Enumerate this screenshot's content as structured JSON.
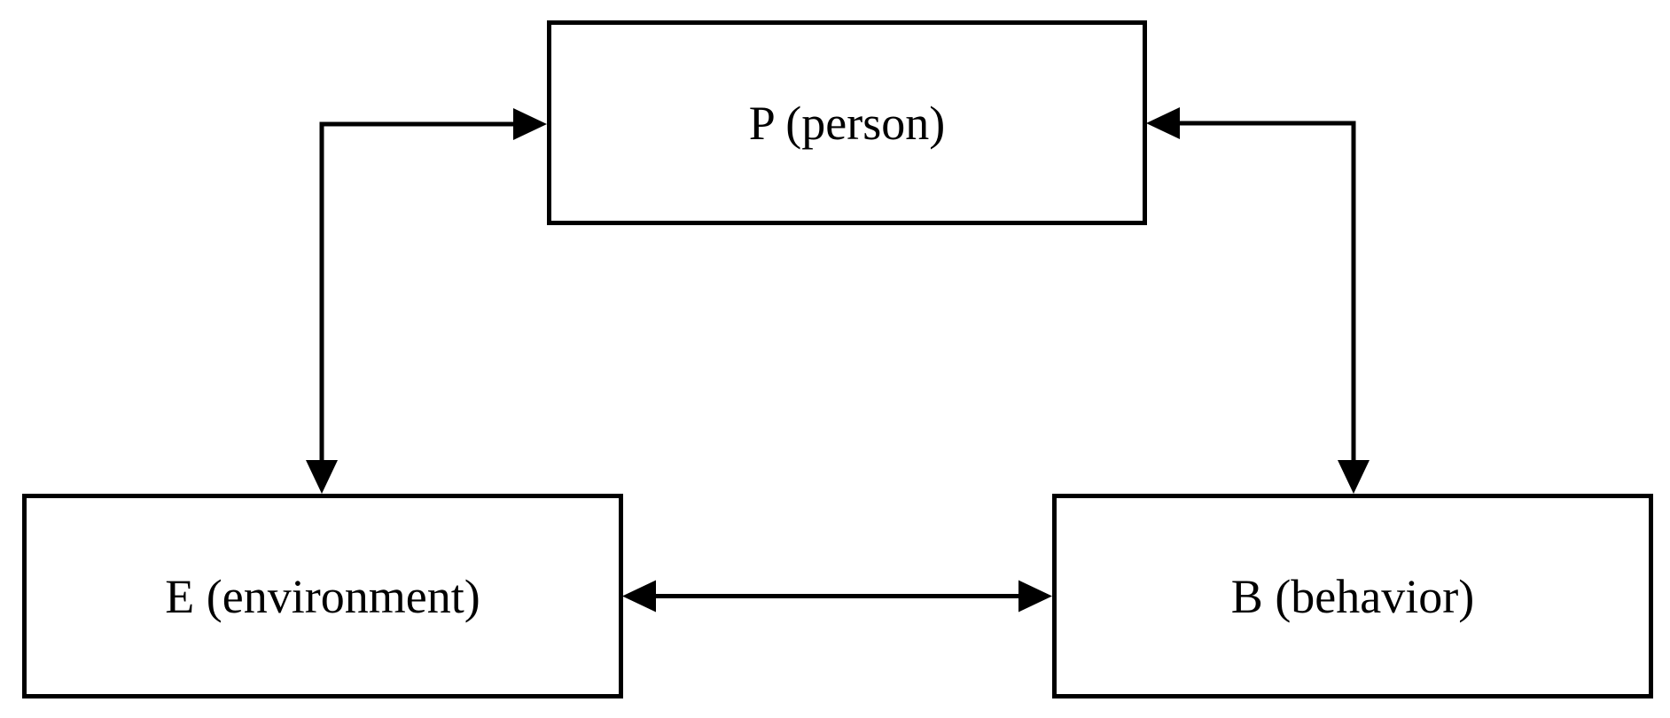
{
  "canvas": {
    "background": "#ffffff"
  },
  "diagram": {
    "stroke_color": "#000000",
    "nodes": [
      {
        "id": "person",
        "label": "P (person)"
      },
      {
        "id": "environment",
        "label": "E (environment)"
      },
      {
        "id": "behavior",
        "label": "B (behavior)"
      }
    ],
    "edges": [
      {
        "from": "person",
        "to": "environment",
        "bidirectional": true,
        "style": "elbow"
      },
      {
        "from": "person",
        "to": "behavior",
        "bidirectional": true,
        "style": "elbow"
      },
      {
        "from": "environment",
        "to": "behavior",
        "bidirectional": true,
        "style": "straight"
      }
    ]
  }
}
